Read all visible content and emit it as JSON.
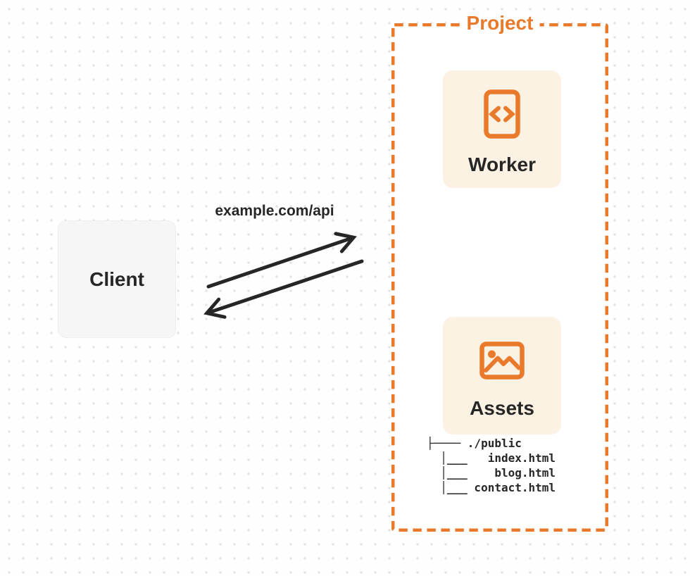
{
  "colors": {
    "orange": "#EA7A2B",
    "card-bg": "#FCF2E3",
    "client-bg": "#F6F6F7",
    "ink": "#262626",
    "dot": "#E3E3E3",
    "canvas-bg": "#FEFEFE",
    "panel-bg": "#FFFFFF"
  },
  "client": {
    "label": "Client"
  },
  "request": {
    "url_label": "example.com/api"
  },
  "project": {
    "title": "Project",
    "worker": {
      "label": "Worker",
      "icon": "code-file-icon"
    },
    "assets": {
      "label": "Assets",
      "icon": "image-icon"
    },
    "file_tree": "├──── ./public\n  │___   index.html\n  │___    blog.html\n  │___ contact.html"
  }
}
